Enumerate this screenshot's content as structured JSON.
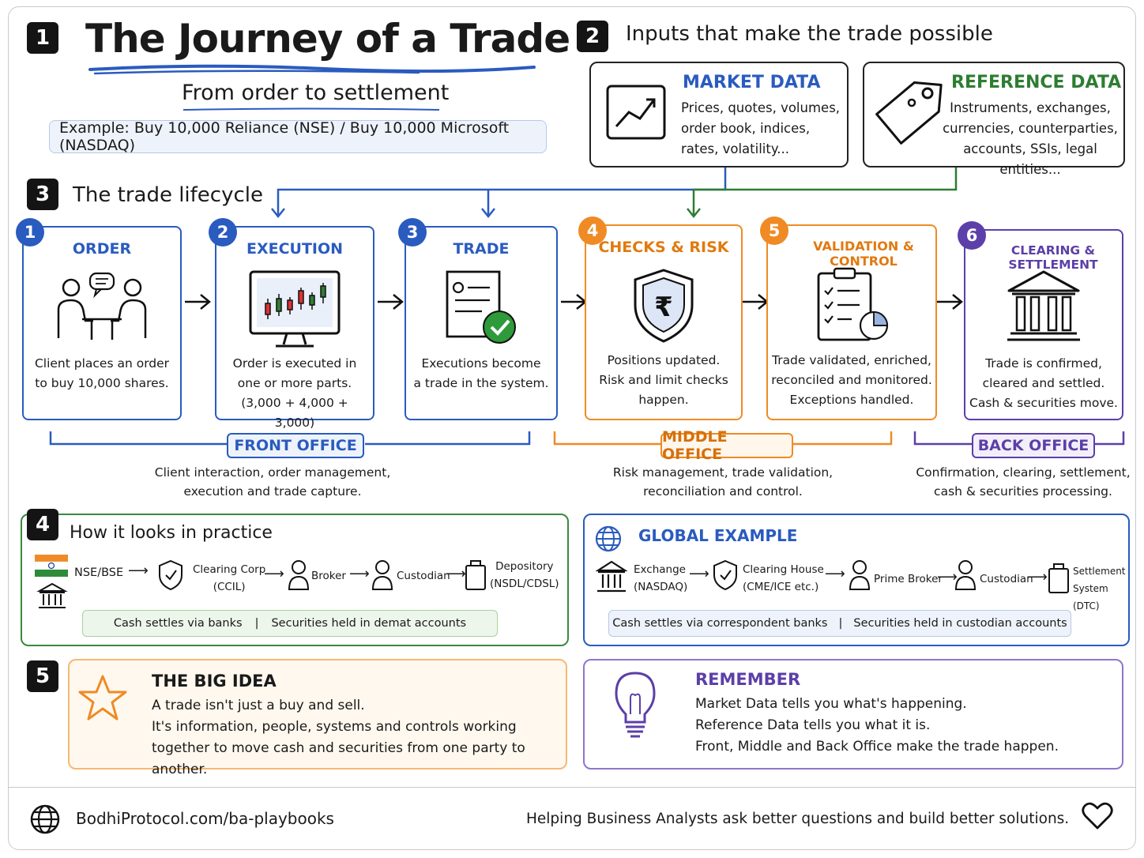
{
  "header": {
    "badge": "1",
    "title": "The Journey of a Trade",
    "subtitle": "From order to settlement",
    "example": "Example: Buy 10,000 Reliance (NSE) / Buy 10,000 Microsoft (NASDAQ)"
  },
  "inputs": {
    "badge": "2",
    "heading": "Inputs that make the trade possible",
    "market": {
      "title": "MARKET DATA",
      "lines": [
        "Prices, quotes, volumes,",
        "order book, indices,",
        "rates, volatility..."
      ]
    },
    "reference": {
      "title": "REFERENCE DATA",
      "lines": [
        "Instruments, exchanges,",
        "currencies, counterparties,",
        "accounts, SSIs, legal entities..."
      ]
    }
  },
  "lifecycle": {
    "badge": "3",
    "heading": "The trade lifecycle",
    "steps": [
      {
        "num": "1",
        "title": "ORDER",
        "lines": [
          "Client places an order",
          "to buy 10,000 shares."
        ]
      },
      {
        "num": "2",
        "title": "EXECUTION",
        "lines": [
          "Order is executed in",
          "one or more parts.",
          "(3,000 + 4,000 + 3,000)"
        ]
      },
      {
        "num": "3",
        "title": "TRADE",
        "lines": [
          "Executions become",
          "a trade in the system."
        ]
      },
      {
        "num": "4",
        "title": "CHECKS & RISK",
        "lines": [
          "Positions updated.",
          "Risk and limit checks",
          "happen."
        ]
      },
      {
        "num": "5",
        "title": "VALIDATION & CONTROL",
        "lines": [
          "Trade validated, enriched,",
          "reconciled and monitored.",
          "Exceptions handled."
        ]
      },
      {
        "num": "6",
        "title": "CLEARING & SETTLEMENT",
        "lines": [
          "Trade is confirmed,",
          "cleared and settled.",
          "Cash & securities move."
        ]
      }
    ],
    "offices": [
      {
        "label": "FRONT OFFICE",
        "lines": [
          "Client interaction, order management,",
          "execution and trade capture."
        ]
      },
      {
        "label": "MIDDLE OFFICE",
        "lines": [
          "Risk management, trade validation,",
          "reconciliation and control."
        ]
      },
      {
        "label": "BACK OFFICE",
        "lines": [
          "Confirmation, clearing, settlement,",
          "cash & securities processing."
        ]
      }
    ]
  },
  "practice": {
    "badge": "4",
    "heading": "How it looks in practice",
    "india": {
      "exchange": "NSE/BSE",
      "clearing": [
        "Clearing Corp",
        "(CCIL)"
      ],
      "broker": "Broker",
      "custodian": "Custodian",
      "depository": [
        "Depository",
        "(NSDL/CDSL)"
      ],
      "note_left": "Cash settles via banks",
      "note_sep": "|",
      "note_right": "Securities held in demat accounts"
    },
    "global": {
      "heading": "GLOBAL EXAMPLE",
      "exchange": [
        "Exchange",
        "(NASDAQ)"
      ],
      "clearing": [
        "Clearing House",
        "(CME/ICE etc.)"
      ],
      "broker": "Prime Broker",
      "custodian": "Custodian",
      "settlement": [
        "Settlement",
        "System (DTC)"
      ],
      "note_left": "Cash settles via correspondent banks",
      "note_sep": "|",
      "note_right": "Securities held in custodian accounts"
    }
  },
  "bigidea": {
    "badge": "5",
    "title": "THE BIG IDEA",
    "lines": [
      "A trade isn't just a buy and sell.",
      "It's information, people, systems and controls working",
      "together to move cash and securities from one party to another."
    ]
  },
  "remember": {
    "title": "REMEMBER",
    "lines": [
      "Market Data tells you what's happening.",
      "Reference Data tells you what it is.",
      "Front, Middle and Back Office make the trade happen."
    ]
  },
  "footer": {
    "url": "BodhiProtocol.com/ba-playbooks",
    "tagline": "Helping Business Analysts ask better questions and build better solutions."
  },
  "colors": {
    "blue": "#2a5bbf",
    "orange": "#f08a24",
    "purple": "#5c3fa8",
    "green": "#2e7d32"
  }
}
